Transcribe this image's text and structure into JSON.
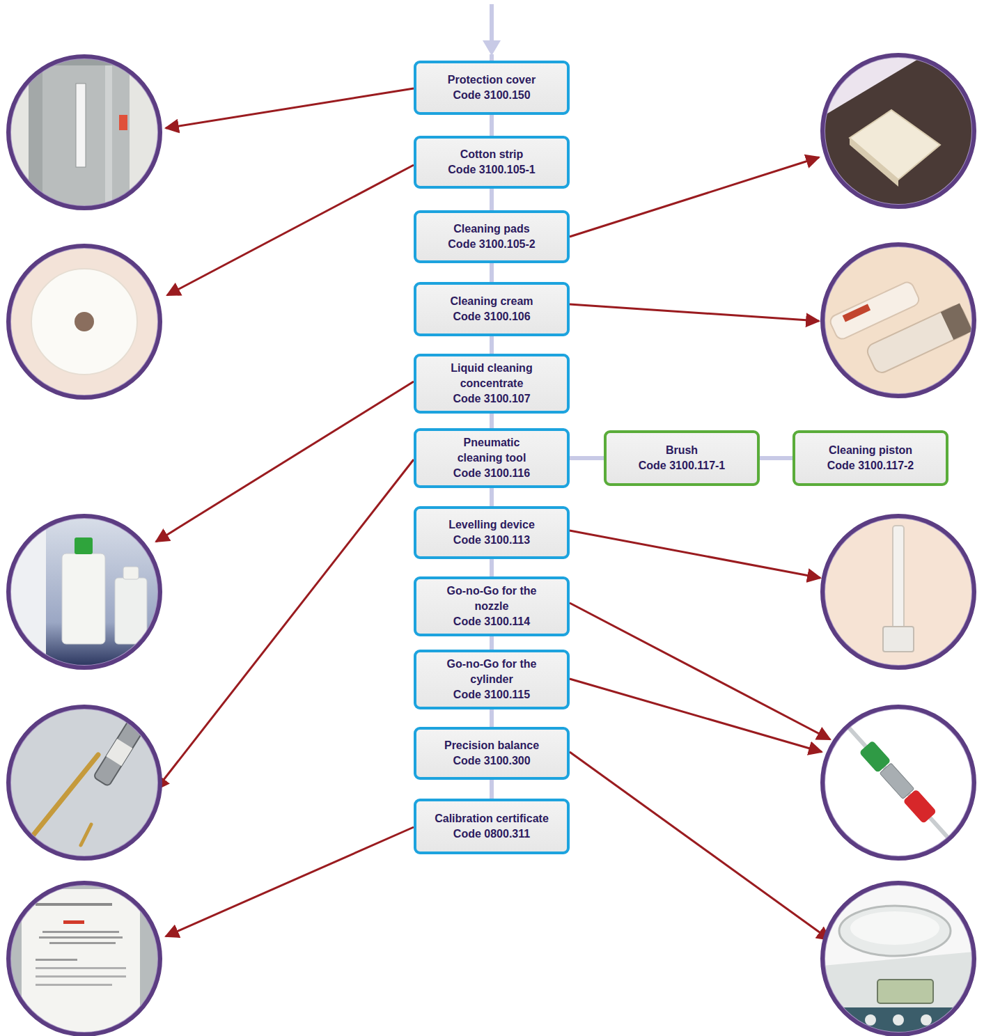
{
  "diagram": {
    "nodes": [
      {
        "text": [
          "Protection cover",
          "Code 3100.150"
        ]
      },
      {
        "text": [
          "Cotton strip",
          "Code 3100.105-1"
        ]
      },
      {
        "text": [
          "Cleaning pads",
          "Code 3100.105-2"
        ]
      },
      {
        "text": [
          "Cleaning cream",
          "Code 3100.106"
        ]
      },
      {
        "text": [
          "Liquid cleaning concentrate",
          "Code 3100.107"
        ]
      },
      {
        "text": [
          "Pneumatic cleaning tool",
          "Code 3100.116"
        ]
      },
      {
        "text": [
          "Brush",
          "Code 3100.117-1"
        ]
      },
      {
        "text": [
          "Cleaning piston",
          "Code 3100.117-2"
        ]
      },
      {
        "text": [
          "Levelling device",
          "Code 3100.113"
        ]
      },
      {
        "text": [
          "Go-no-Go for the nozzle",
          "Code 3100.114"
        ]
      },
      {
        "text": [
          "Go-no-Go for the cylinder",
          "Code 3100.115"
        ]
      },
      {
        "text": [
          "Precision balance",
          "Code 3100.300"
        ]
      },
      {
        "text": [
          "Calibration certificate",
          "Code 0800.311"
        ]
      }
    ],
    "edges": [
      {
        "from": 0,
        "to": 1,
        "arrow": "none"
      },
      {
        "from": 1,
        "to": 2,
        "arrow": "none"
      },
      {
        "from": 2,
        "to": 3,
        "arrow": "none"
      },
      {
        "from": 3,
        "to": 4,
        "arrow": "none"
      },
      {
        "from": 4,
        "to": 5,
        "arrow": "none"
      },
      {
        "from": 5,
        "to": 6,
        "arrow": "none"
      },
      {
        "from": 6,
        "to": 7,
        "arrow": "none"
      },
      {
        "from": 5,
        "to": 8,
        "arrow": "none"
      },
      {
        "from": 8,
        "to": 9,
        "arrow": "none"
      },
      {
        "from": 9,
        "to": 10,
        "arrow": "none"
      },
      {
        "from": 10,
        "to": 11,
        "arrow": "none"
      },
      {
        "from": 11,
        "to": 12,
        "arrow": "none"
      }
    ]
  }
}
